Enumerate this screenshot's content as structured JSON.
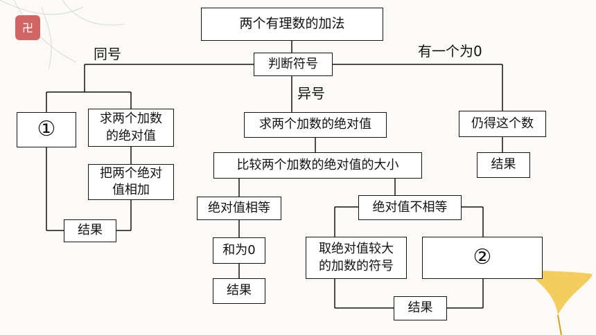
{
  "root": "两个有理数的加法",
  "judge": "判断符号",
  "branch_labels": {
    "same": "同号",
    "different": "异号",
    "zero": "有一个为0"
  },
  "same_sign": {
    "circle": "①",
    "abs_sum": "求两个加数\n的绝对值",
    "add_abs": "把两个绝对\n值相加",
    "result": "结果"
  },
  "different_sign": {
    "abs": "求两个加数的绝对值",
    "compare": "比较两个加数的绝对值的大小",
    "equal": "绝对值相等",
    "sum_zero": "和为0",
    "result_equal": "结果",
    "not_equal": "绝对值不相等",
    "take_sign": "取绝对值较大\n的加数的符号",
    "circle": "②",
    "result_unequal": "结果"
  },
  "zero_case": {
    "still": "仍得这个数",
    "result": "结果"
  },
  "colors": {
    "line": "#111111",
    "box_fill": "#ffffff",
    "background": "#fbfaf7",
    "leaf_yellow": "#f2c94c",
    "stamp_red": "#c94b4b"
  }
}
